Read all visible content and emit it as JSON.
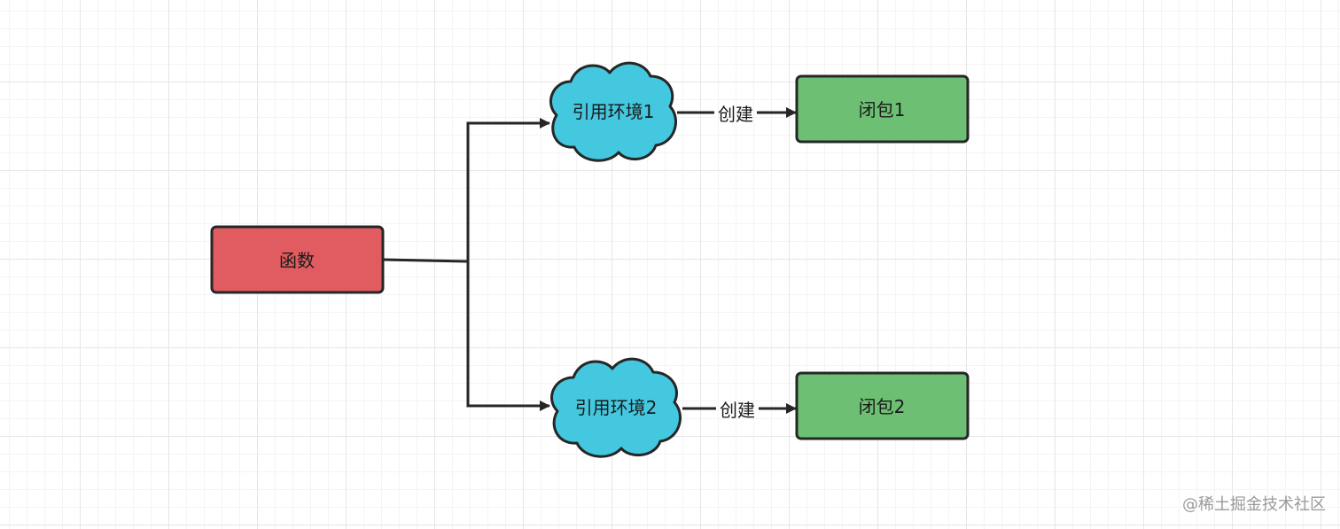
{
  "diagram": {
    "nodes": {
      "function": {
        "label": "函数",
        "shape": "rectangle",
        "color": "#e05c61"
      },
      "env1": {
        "label": "引用环境1",
        "shape": "cloud",
        "color": "#43c8df"
      },
      "env2": {
        "label": "引用环境2",
        "shape": "cloud",
        "color": "#43c8df"
      },
      "closure1": {
        "label": "闭包1",
        "shape": "rectangle",
        "color": "#6dc073"
      },
      "closure2": {
        "label": "闭包2",
        "shape": "rectangle",
        "color": "#6dc073"
      }
    },
    "edges": [
      {
        "from": "函数",
        "to": "引用环境1",
        "label": ""
      },
      {
        "from": "函数",
        "to": "引用环境2",
        "label": ""
      },
      {
        "from": "引用环境1",
        "to": "闭包1",
        "label": "创建"
      },
      {
        "from": "引用环境2",
        "to": "闭包2",
        "label": "创建"
      }
    ],
    "edge_labels": {
      "create1": "创建",
      "create2": "创建"
    },
    "colors": {
      "stroke": "#262626",
      "grid": "#e6e6e6"
    }
  },
  "watermark": "@稀土掘金技术社区"
}
